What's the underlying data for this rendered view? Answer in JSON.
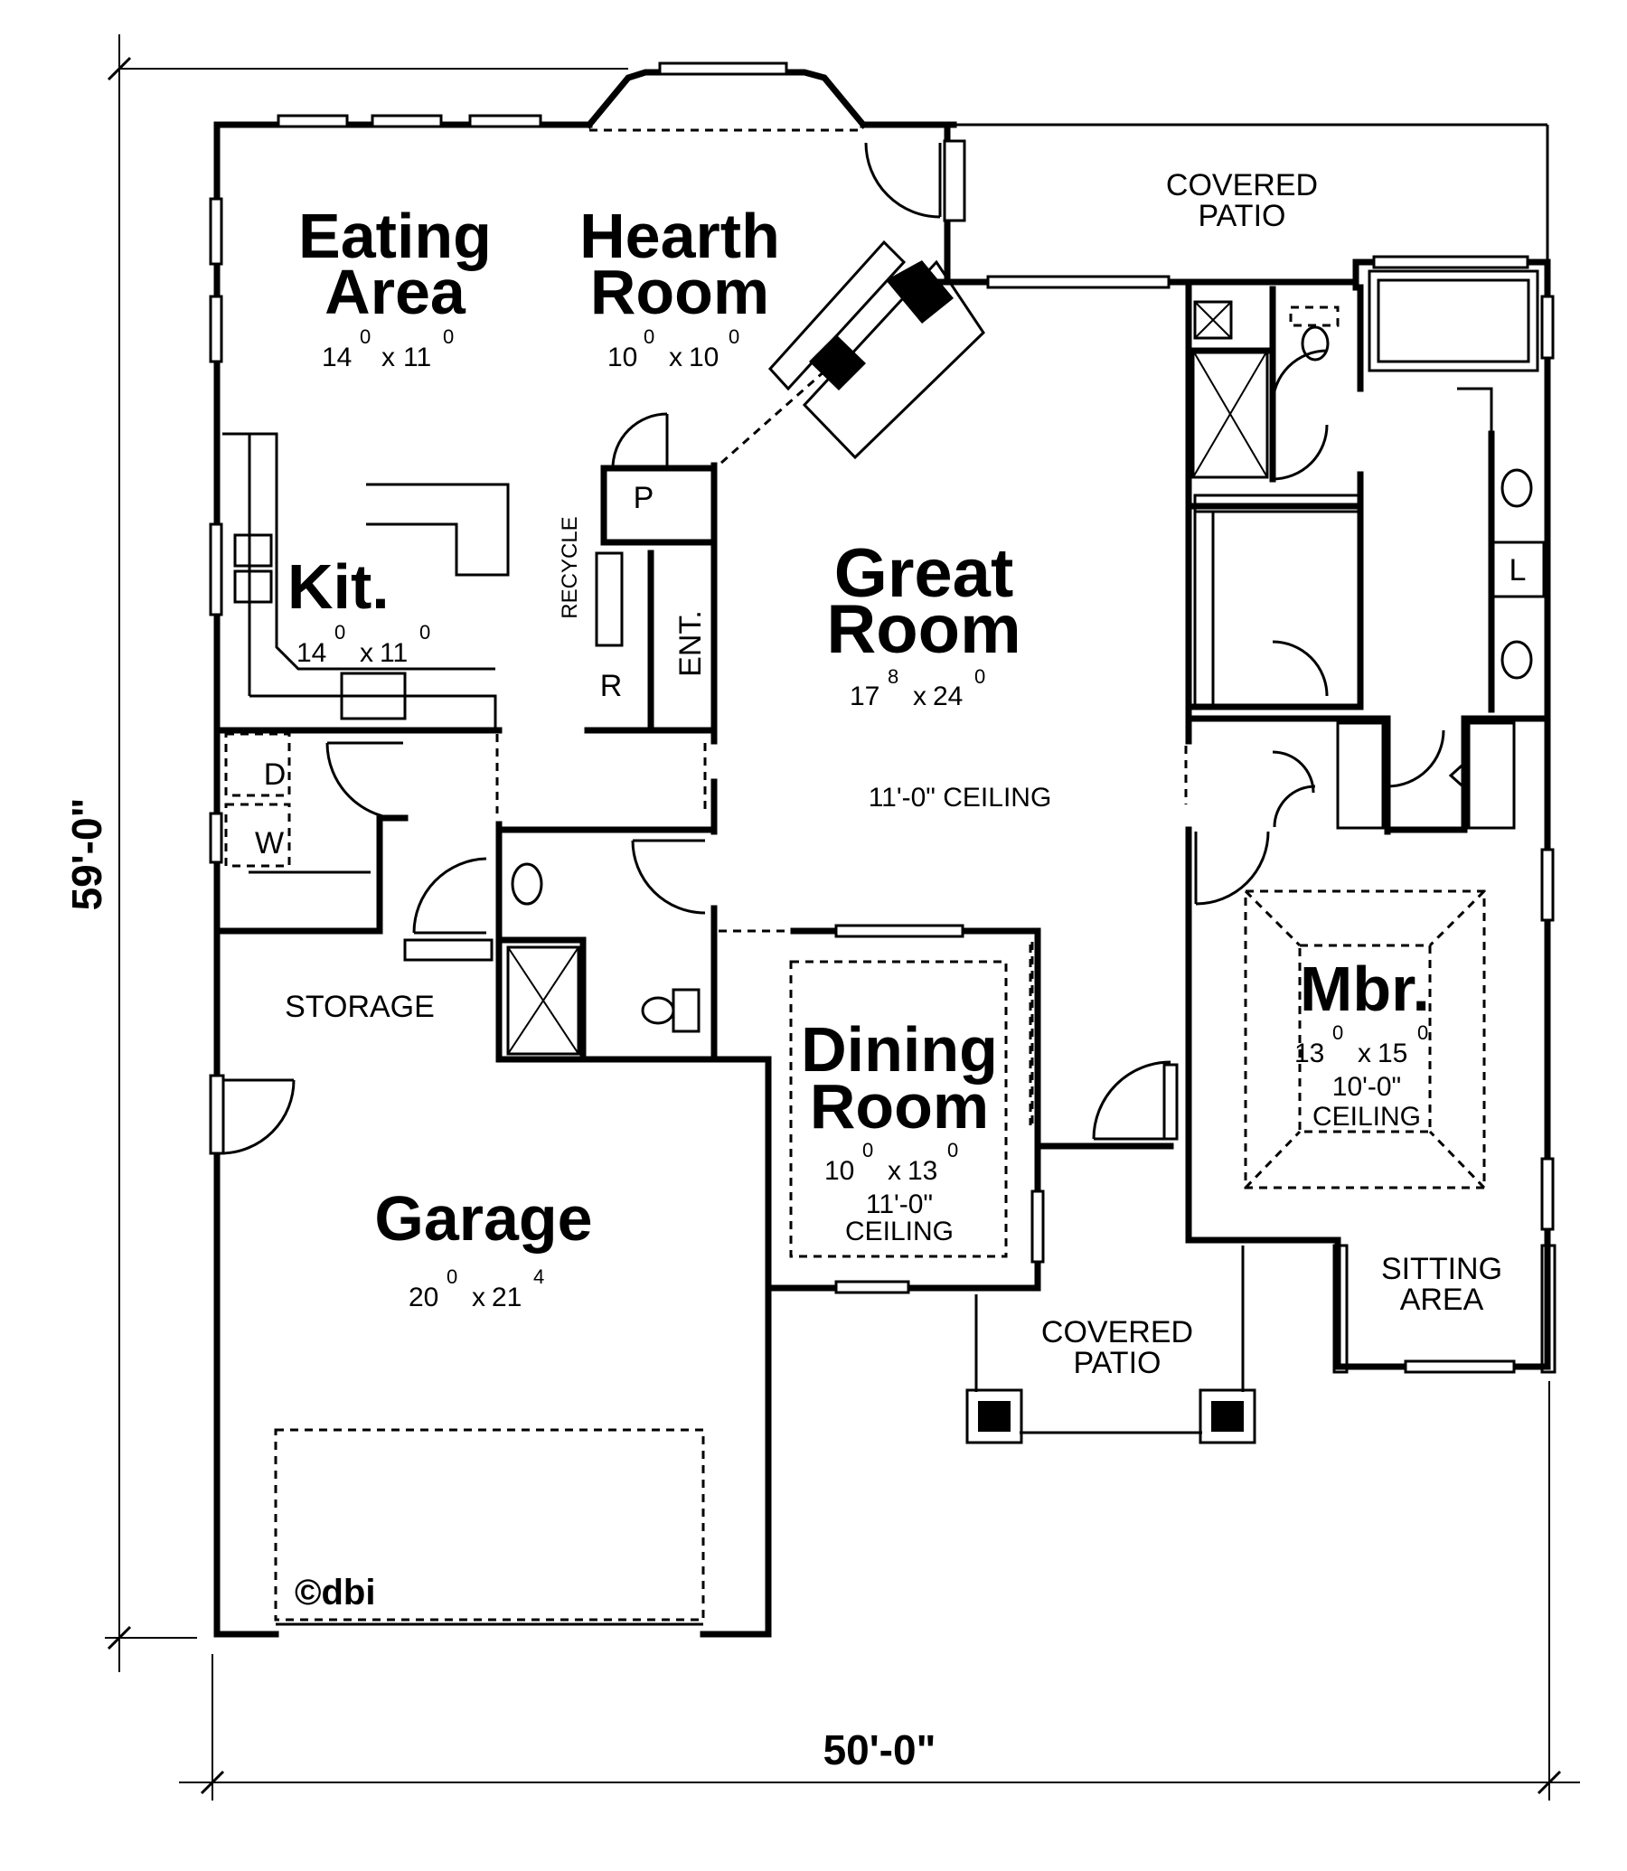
{
  "rooms": {
    "eating": {
      "name_line1": "Eating",
      "name_line2": "Area",
      "w": "14",
      "w_sup": "0",
      "d": "11",
      "d_sup": "0"
    },
    "hearth": {
      "name_line1": "Hearth",
      "name_line2": "Room",
      "w": "10",
      "w_sup": "0",
      "d": "10",
      "d_sup": "0"
    },
    "kitchen": {
      "name": "Kit.",
      "w": "14",
      "w_sup": "0",
      "d": "11",
      "d_sup": "0"
    },
    "great": {
      "name_line1": "Great",
      "name_line2": "Room",
      "w": "17",
      "w_sup": "8",
      "d": "24",
      "d_sup": "0",
      "ceiling": "11'-0\" CEILING"
    },
    "dining": {
      "name_line1": "Dining",
      "name_line2": "Room",
      "w": "10",
      "w_sup": "0",
      "d": "13",
      "d_sup": "0",
      "ceiling_line1": "11'-0\"",
      "ceiling_line2": "CEILING"
    },
    "master": {
      "name": "Mbr.",
      "w": "13",
      "w_sup": "0",
      "d": "15",
      "d_sup": "0",
      "ceiling_line1": "10'-0\"",
      "ceiling_line2": "CEILING"
    },
    "garage": {
      "name": "Garage",
      "w": "20",
      "w_sup": "0",
      "d": "21",
      "d_sup": "4"
    }
  },
  "labels": {
    "covered_patio_top": {
      "line1": "COVERED",
      "line2": "PATIO"
    },
    "covered_patio_front": {
      "line1": "COVERED",
      "line2": "PATIO"
    },
    "sitting_area": {
      "line1": "SITTING",
      "line2": "AREA"
    },
    "storage": "STORAGE",
    "recycle": "RECYCLE",
    "entry": "ENT.",
    "pantry": "P",
    "refrigerator": "R",
    "dryer": "D",
    "washer": "W",
    "linen": "L",
    "copyright": "©dbi"
  },
  "dimensions": {
    "overall_depth": "59'-0\"",
    "overall_width": "50'-0\""
  }
}
